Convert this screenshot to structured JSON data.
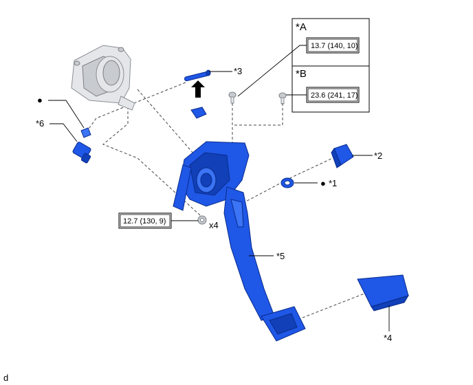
{
  "legend": {
    "a_label": "*A",
    "a_value": "13.7 (140, 10)",
    "b_label": "*B",
    "b_value": "23.6 (241, 17)"
  },
  "torque_left": "12.7 (130, 9)",
  "quantity": "x4",
  "callouts": {
    "c1": "*1",
    "c2": "*2",
    "c3": "*3",
    "c4": "*4",
    "c5": "*5",
    "c6": "*6"
  },
  "dot_symbol": "●",
  "corner_mark": "d"
}
